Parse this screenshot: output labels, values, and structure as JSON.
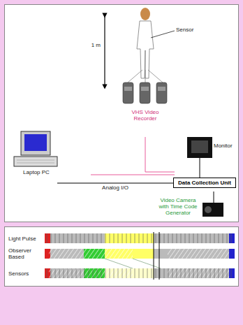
{
  "diagram": {
    "nodes": [
      {
        "text": [
          "Data Collection Unit"
        ]
      }
    ],
    "labels": [
      "1 m",
      "Sensor",
      "VHS Video Recorder",
      "Laptop PC",
      "Analog I/O",
      "Monitor",
      "Video Camera with Time Code Generator",
      "Light Pulse",
      "Observer Based",
      "Sensors"
    ]
  }
}
